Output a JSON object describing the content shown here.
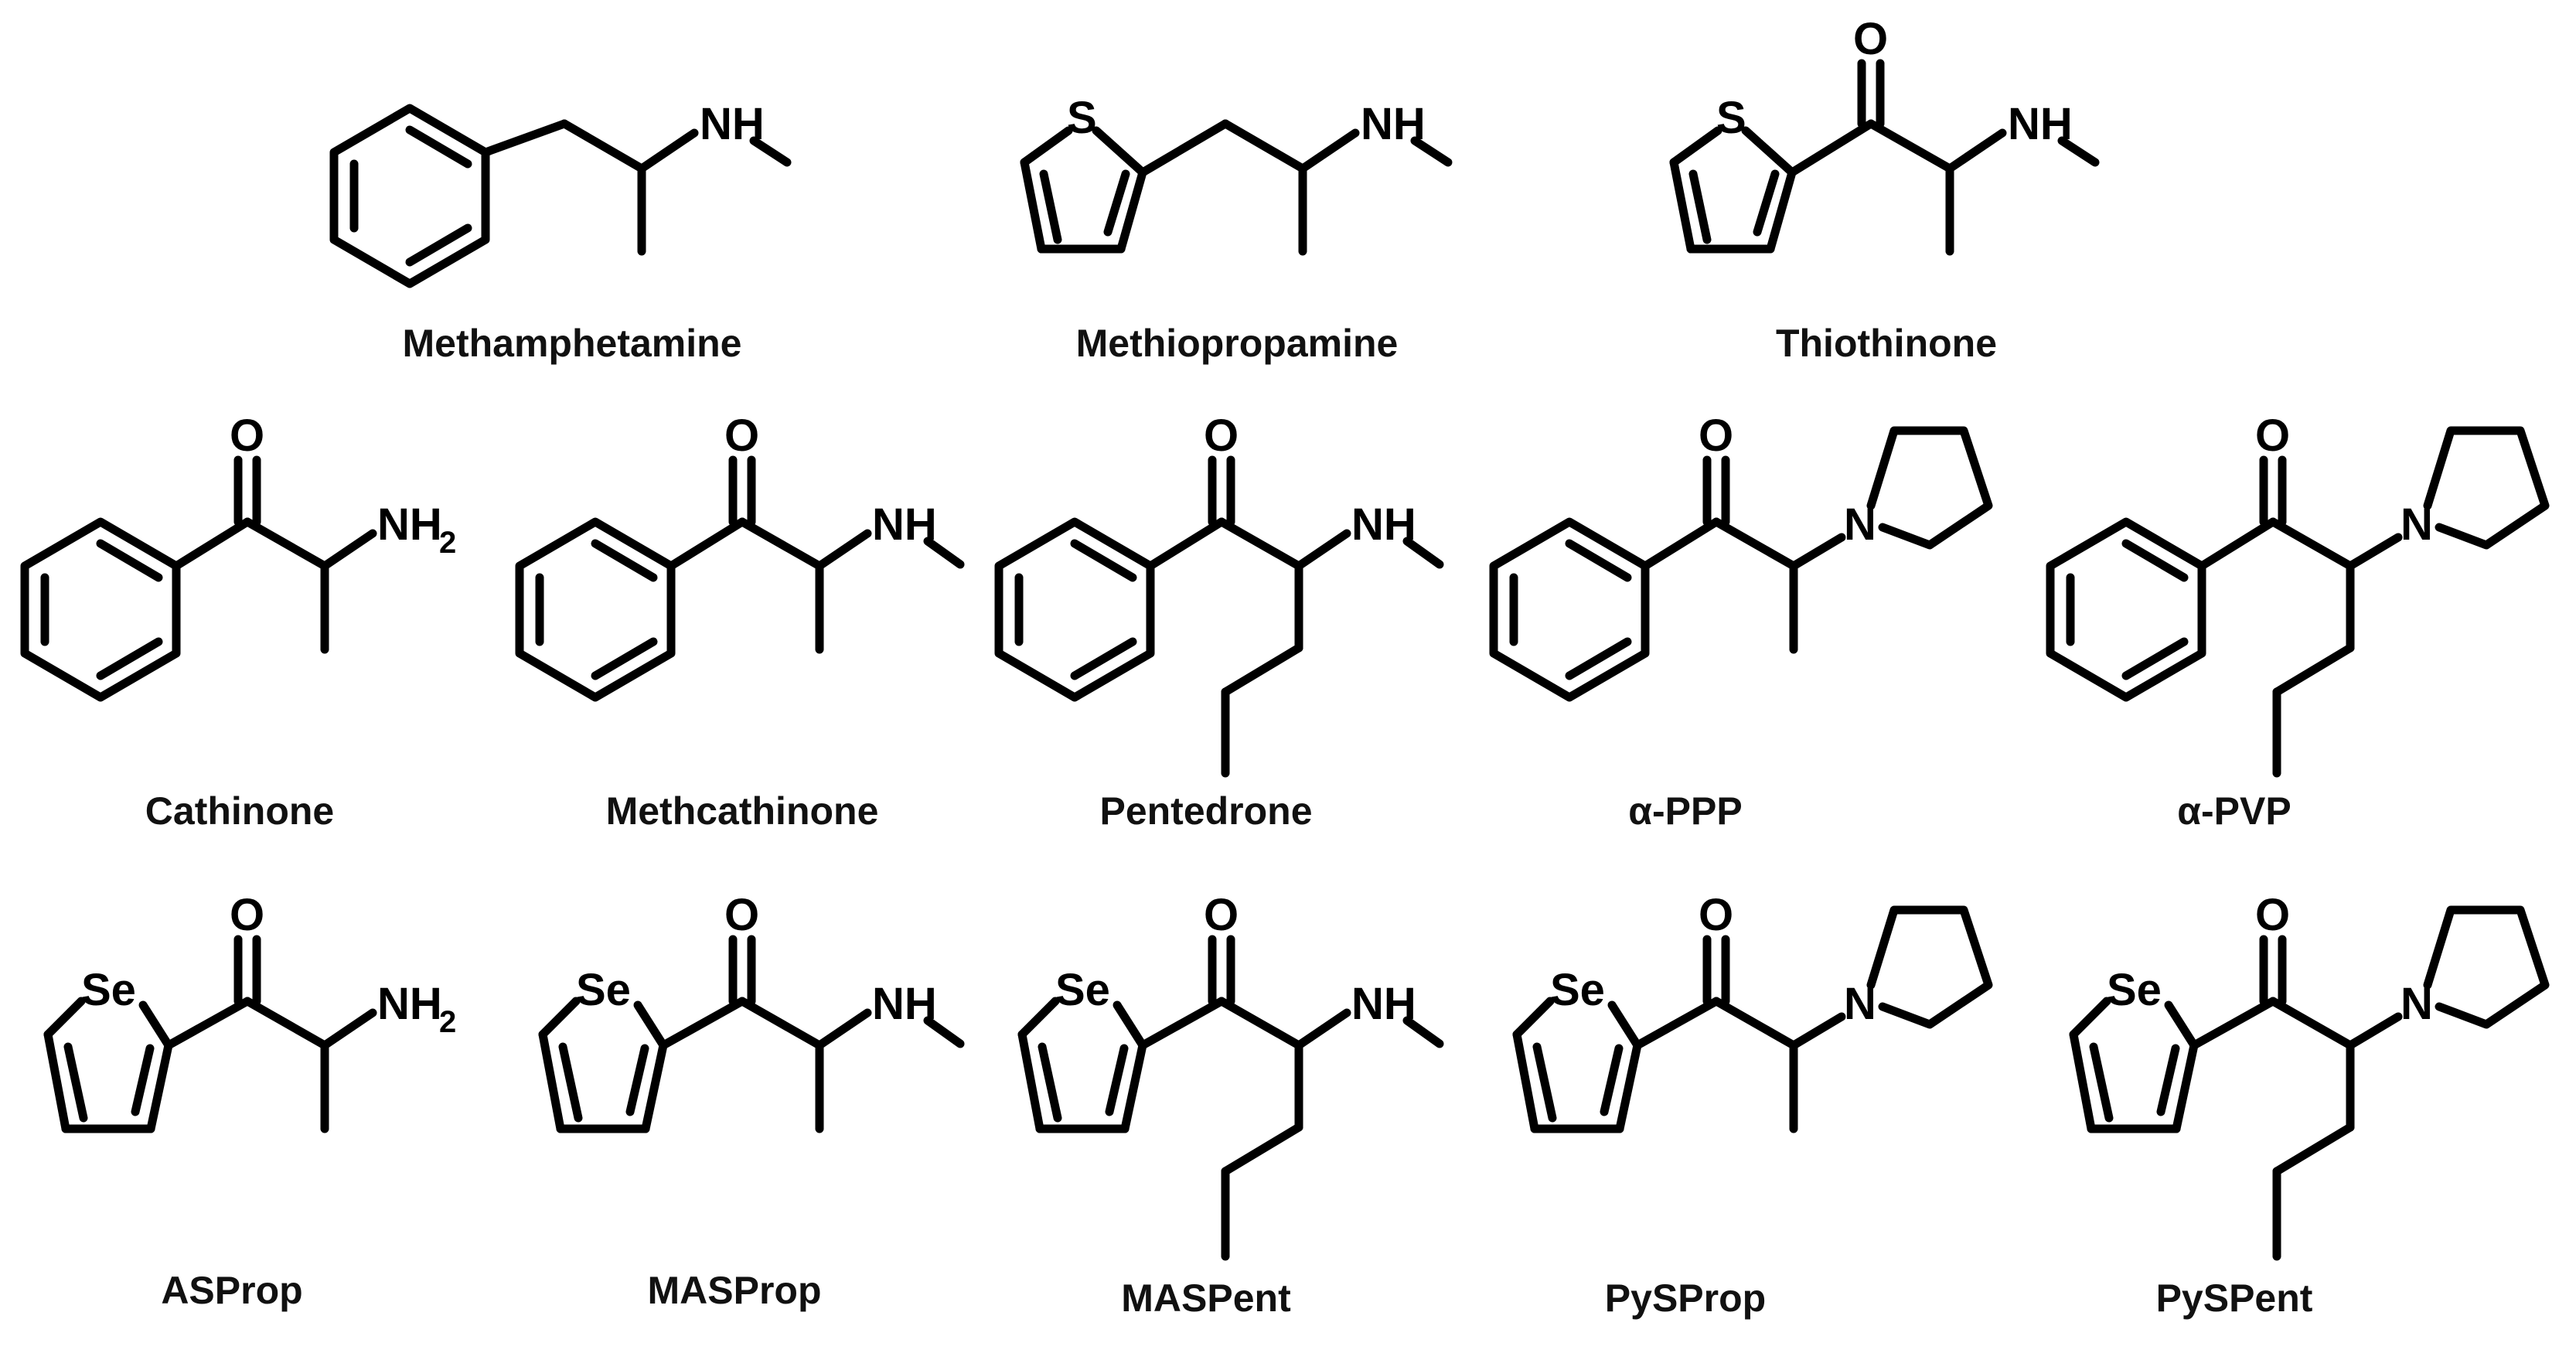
{
  "atoms": {
    "oxygen": "O",
    "sulfur": "S",
    "selenium": "Se",
    "nitrogen": "N",
    "nh": "NH",
    "nh2_base": "NH",
    "nh2_subscript": "2"
  },
  "compounds": [
    {
      "name": "Methamphetamine"
    },
    {
      "name": "Methiopropamine"
    },
    {
      "name": "Thiothinone"
    },
    {
      "name": "Cathinone"
    },
    {
      "name": "Methcathinone"
    },
    {
      "name": "Pentedrone"
    },
    {
      "name": "α-PPP"
    },
    {
      "name": "α-PVP"
    },
    {
      "name": "ASProp"
    },
    {
      "name": "MASProp"
    },
    {
      "name": "MASPent"
    },
    {
      "name": "PySProp"
    },
    {
      "name": "PySPent"
    }
  ]
}
